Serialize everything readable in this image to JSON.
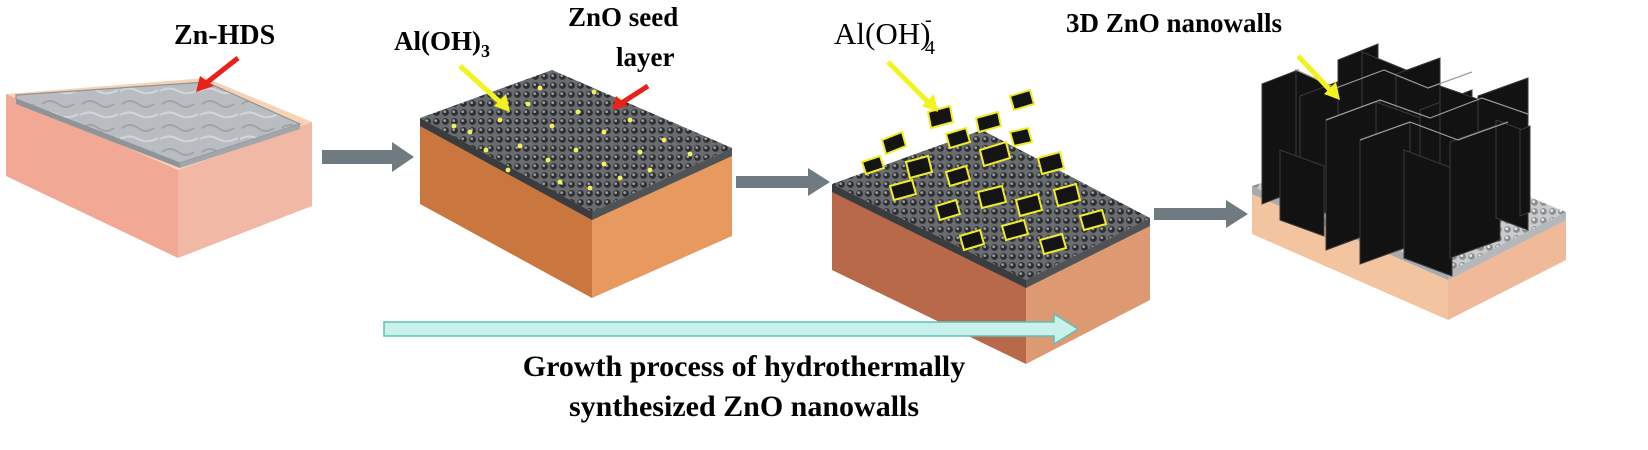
{
  "labels": {
    "zn_hds": "Zn-HDS",
    "aloh3_main": "Al(OH)",
    "aloh3_sub": "3",
    "seed_line1": "ZnO seed",
    "seed_line2": "layer",
    "aloh4_main": "Al(OH)",
    "aloh4_sup": "-",
    "aloh4_sub": "4",
    "nanowalls": "3D ZnO nanowalls",
    "caption_line1": "Growth process of hydrothermally",
    "caption_line2": "synthesized ZnO nanowalls"
  },
  "colors": {
    "pointer_red": "#e8221b",
    "pointer_yellow": "#f2f21e",
    "process_arrow": "#6f7a80",
    "growth_arrow_fill": "#c9f1ec",
    "growth_arrow_stroke": "#5fbfb6",
    "substrate_top": "#f0b89a",
    "substrate_front": "#eda88c",
    "substrate_side": "#e6b39a",
    "film": "#b8bcc0",
    "seed_dot": "#3b3d40",
    "wall": "#111111"
  }
}
